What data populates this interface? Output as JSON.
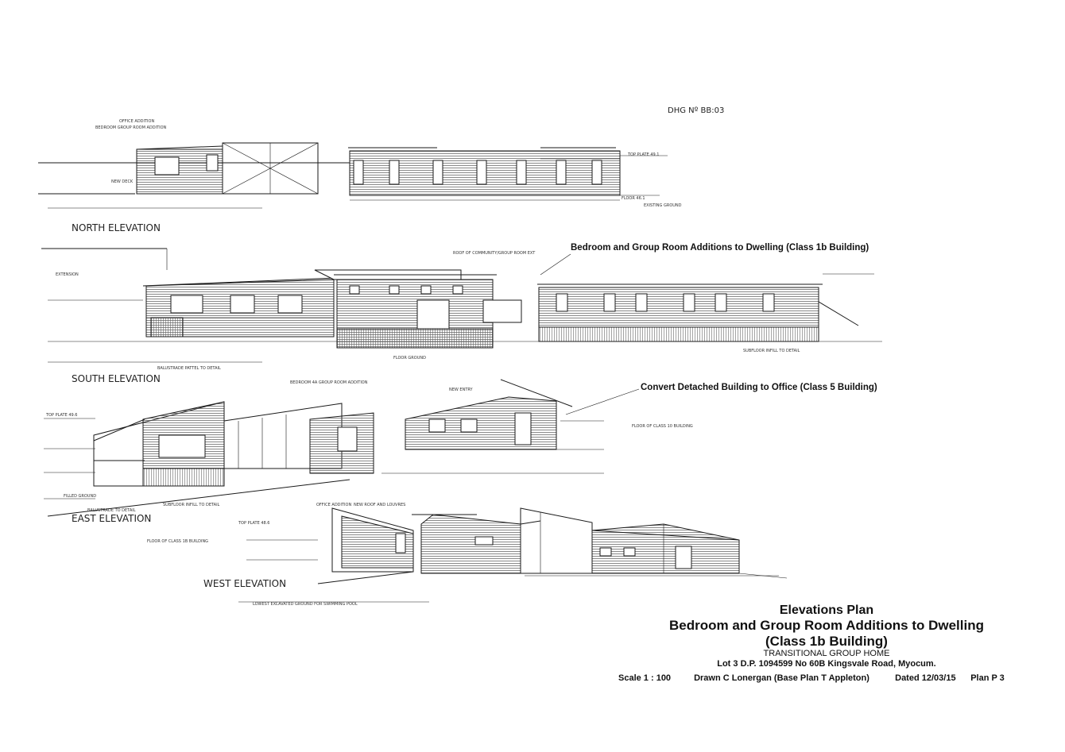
{
  "drawing_number": "DHG Nº BB:03",
  "elevations": {
    "north": {
      "label": "NORTH ELEVATION",
      "notes": [
        "OFFICE ADDITION",
        "BEDROOM GROUP ROOM ADDITION",
        "NEW DECK",
        "TOP PLATE 49.1",
        "FLOOR 46.1",
        "EXISTING GROUND"
      ]
    },
    "south": {
      "label": "SOUTH ELEVATION",
      "notes": [
        "EXTENSION",
        "ROOF OF COMMUNITY/GROUP ROOM EXT",
        "FLOOR GROUND",
        "BALUSTRADE PATTEL TO DETAIL",
        "SUBFLOOR INFILL TO DETAIL"
      ]
    },
    "east": {
      "label": "EAST ELEVATION",
      "notes": [
        "BEDROOM 4A GROUP ROOM ADDITION",
        "NEW ENTRY",
        "TOP PLATE 49.6",
        "FLOOR OF CLASS 10 BUILDING",
        "FILLED GROUND",
        "BALUSTRADE TO DETAIL",
        "SUBFLOOR INFILL TO DETAIL"
      ]
    },
    "west": {
      "label": "WEST ELEVATION",
      "notes": [
        "TOP PLATE 48.6",
        "FLOOR OF CLASS 1B BUILDING",
        "OFFICE ADDITION",
        "NEW ROOF AND LOUVRES",
        "LOWEST EXCAVATED GROUND FOR SWIMMING POOL"
      ]
    }
  },
  "callouts": {
    "class_1b": "Bedroom and Group Room Additions to Dwelling (Class 1b Building)",
    "class_5": "Convert Detached Building to Office (Class 5 Building)"
  },
  "title_block": {
    "title": "Elevations Plan",
    "subtitle_line1": "Bedroom and Group Room Additions to Dwelling",
    "subtitle_line2": "(Class 1b Building)",
    "use": "TRANSITIONAL GROUP HOME",
    "address": "Lot 3 D.P. 1094599 No 60B Kingsvale Road, Myocum.",
    "scale": "Scale 1 : 100",
    "drawn": "Drawn C Lonergan (Base Plan T Appleton)",
    "dated": "Dated 12/03/15",
    "plan": "Plan P 3"
  },
  "colors": {
    "ink": "#1a1a1a",
    "paper": "#ffffff",
    "hatch": "#555555"
  }
}
